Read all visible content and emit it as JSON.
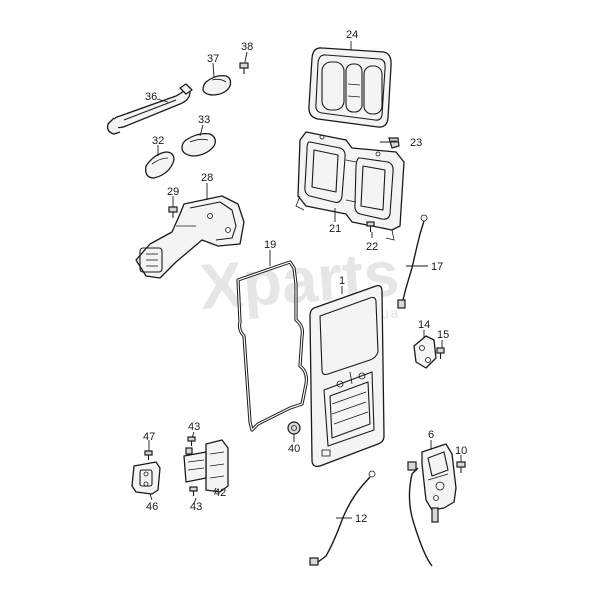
{
  "watermark": {
    "brand": "Xparts",
    "domain": "com.ua"
  },
  "callouts": {
    "c1": "1",
    "c6": "6",
    "c10": "10",
    "c12": "12",
    "c14": "14",
    "c15": "15",
    "c17": "17",
    "c19": "19",
    "c21": "21",
    "c22": "22",
    "c23": "23",
    "c24": "24",
    "c28": "28",
    "c29": "29",
    "c32": "32",
    "c33": "33",
    "c36": "36",
    "c37": "37",
    "c38": "38",
    "c40": "40",
    "c42": "42",
    "c43a": "43",
    "c43b": "43",
    "c46": "46",
    "c47": "47"
  }
}
